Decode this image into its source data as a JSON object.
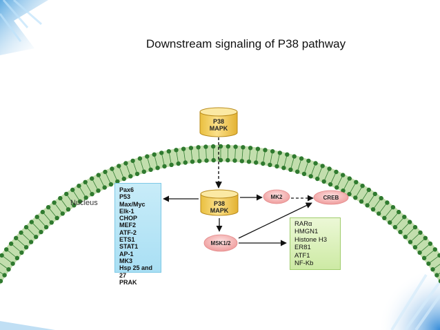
{
  "slide": {
    "title": "Downstream signaling of P38 pathway"
  },
  "diagram": {
    "nucleus_label": "Nucleus",
    "nodes": {
      "p38_top": {
        "line1": "P38",
        "line2": "MAPK"
      },
      "p38_center": {
        "line1": "P38",
        "line2": "MAPK"
      },
      "mk2": "MK2",
      "creb": "CREB",
      "msk": "MSK1/2"
    },
    "left_targets": [
      "Pax6",
      "P53",
      "Max/Myc",
      "Elk-1",
      "CHOP",
      "MEF2",
      "ATF-2",
      "ETS1",
      "STAT1",
      "AP-1",
      "MK3",
      "Hsp 25 and 27",
      "PRAK"
    ],
    "right_targets": [
      "RARα",
      "HMGN1",
      "Histone H3",
      "ER81",
      "ATF1",
      "NF-Kb"
    ],
    "colors": {
      "cylinder": "#f5d76e",
      "cylinder_top": "#fbe9a4",
      "membrane": "#2f7a2f",
      "membrane_fill": "#8fc36a",
      "oval": "#f4a9a9"
    }
  }
}
